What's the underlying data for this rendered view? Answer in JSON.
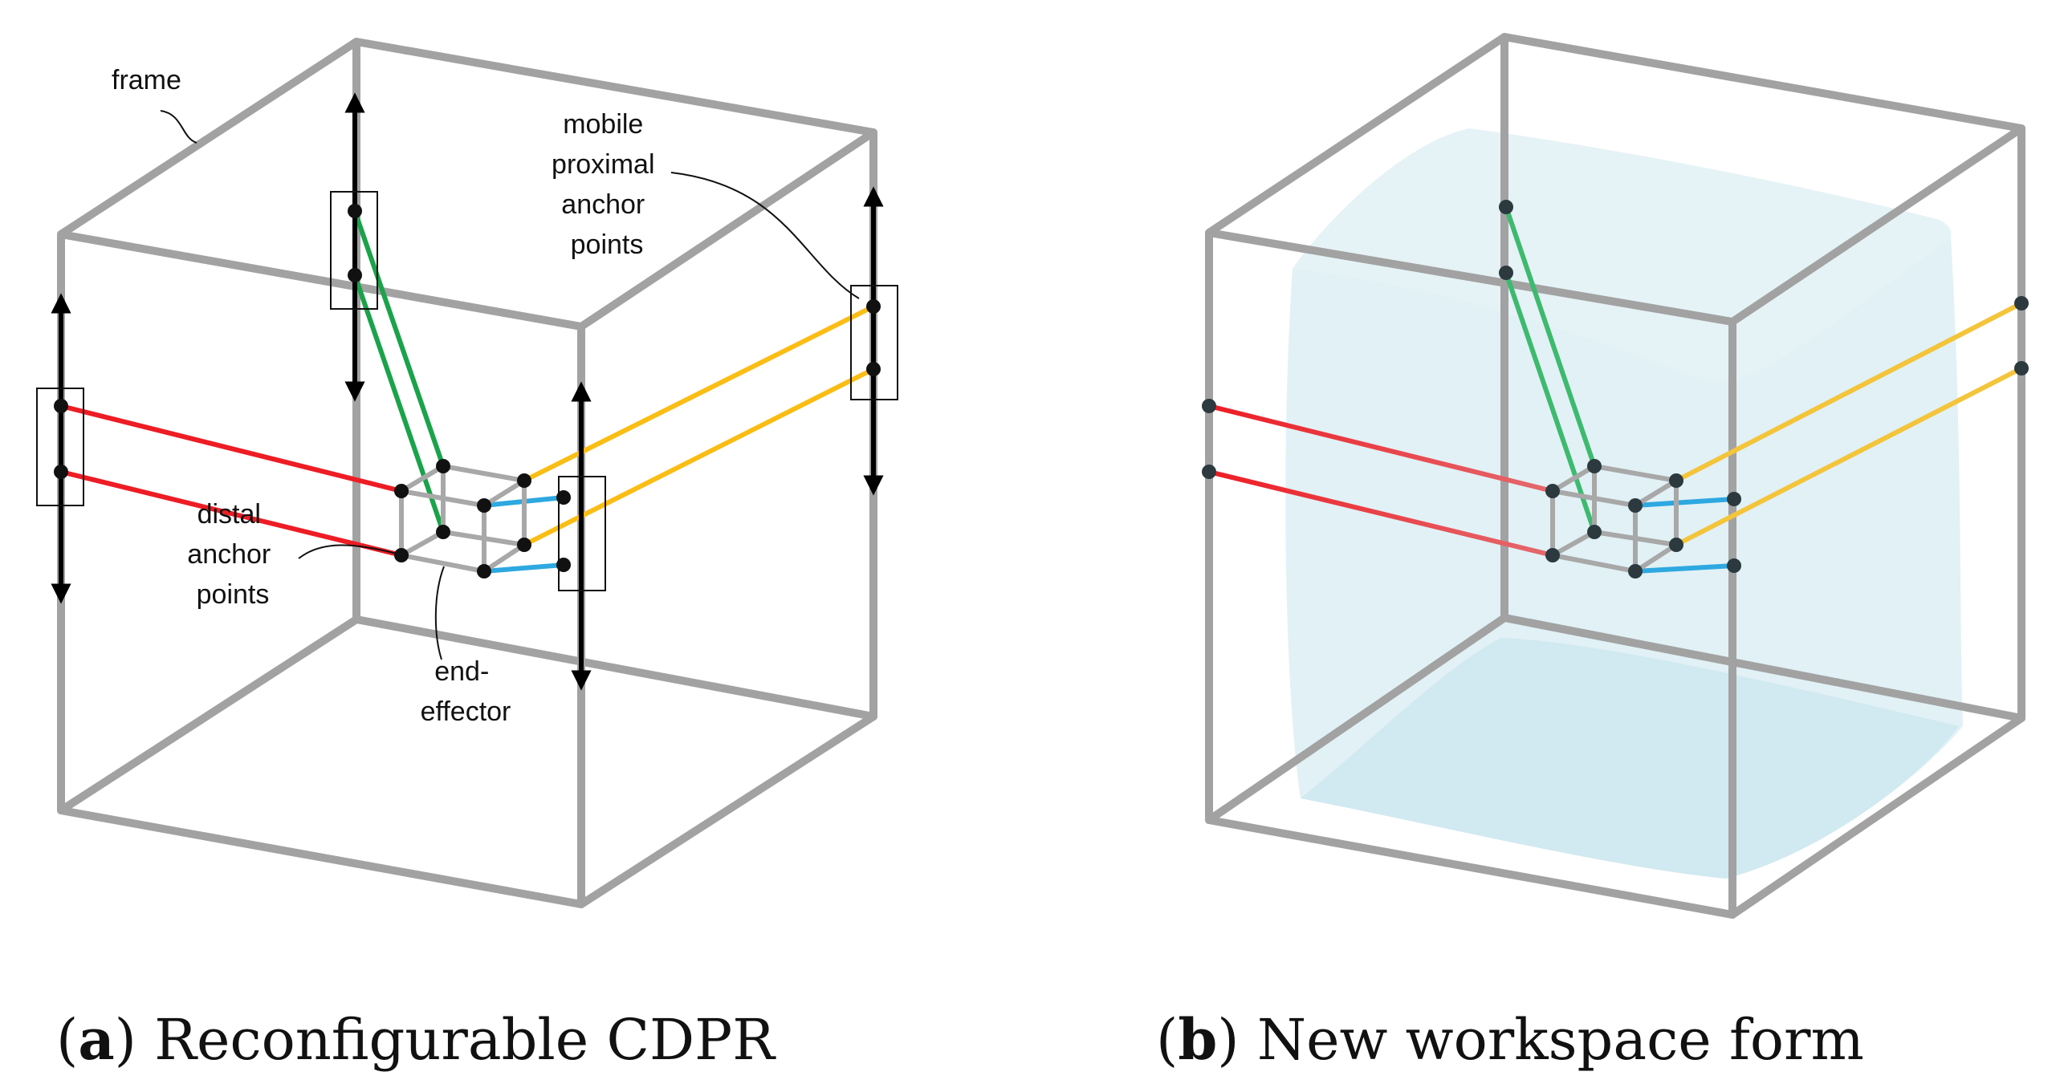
{
  "panel_a": {
    "caption_letter": "a",
    "caption_text": "Reconfigurable CDPR",
    "labels": {
      "frame": "frame",
      "mobile_proximal_anchor_points": [
        "mobile",
        "proximal",
        "anchor",
        "points"
      ],
      "distal_anchor_points": [
        "distal",
        "anchor",
        "points"
      ],
      "end_effector": [
        "end-",
        "effector"
      ]
    }
  },
  "panel_b": {
    "caption_letter": "b",
    "caption_text": "New workspace form"
  },
  "colors": {
    "frame": "#a2a2a2",
    "cable_red": "#ee1c24",
    "cable_green": "#1aa34a",
    "cable_yellow": "#fbbd14",
    "cable_blue": "#2ea8e0",
    "workspace": "#cfe8ef",
    "anchor_dot": "#111111",
    "anchor_dot_b": "#2c3a40"
  },
  "icons": [
    "double-headed-arrow-icon",
    "anchor-point-dot-icon"
  ]
}
